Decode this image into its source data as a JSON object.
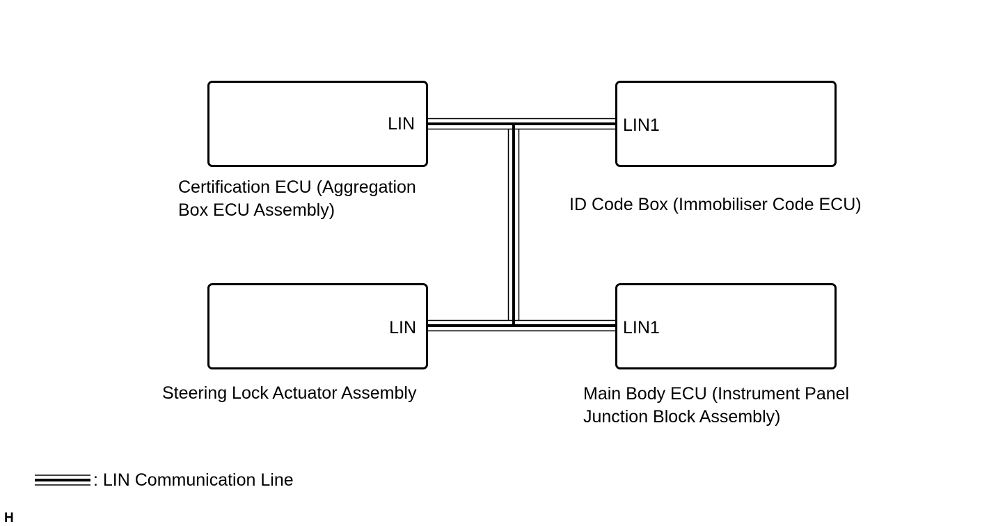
{
  "components": {
    "certification_ecu": {
      "terminal": "LIN",
      "caption_line1": "Certification ECU (Aggregation",
      "caption_line2": "Box ECU Assembly)"
    },
    "id_code_box": {
      "terminal": "LIN1",
      "caption": "ID Code Box (Immobiliser Code ECU)"
    },
    "steering_lock": {
      "terminal": "LIN",
      "caption": "Steering Lock Actuator Assembly"
    },
    "main_body_ecu": {
      "terminal": "LIN1",
      "caption_line1": "Main Body ECU (Instrument Panel",
      "caption_line2": "Junction Block Assembly)"
    }
  },
  "connections": [
    {
      "from": "certification_ecu.LIN",
      "to": "id_code_box.LIN1",
      "line_type": "LIN Communication Line"
    },
    {
      "from": "steering_lock.LIN",
      "to": "main_body_ecu.LIN1",
      "line_type": "LIN Communication Line"
    },
    {
      "from": "certification_ecu.LIN",
      "to": "steering_lock.LIN",
      "line_type": "LIN Communication Line"
    },
    {
      "from": "id_code_box.LIN1",
      "to": "main_body_ecu.LIN1",
      "line_type": "LIN Communication Line"
    }
  ],
  "legend": {
    "text": ": LIN Communication Line"
  },
  "corner_mark": "H",
  "colors": {
    "line": "#000000",
    "background": "#ffffff"
  }
}
